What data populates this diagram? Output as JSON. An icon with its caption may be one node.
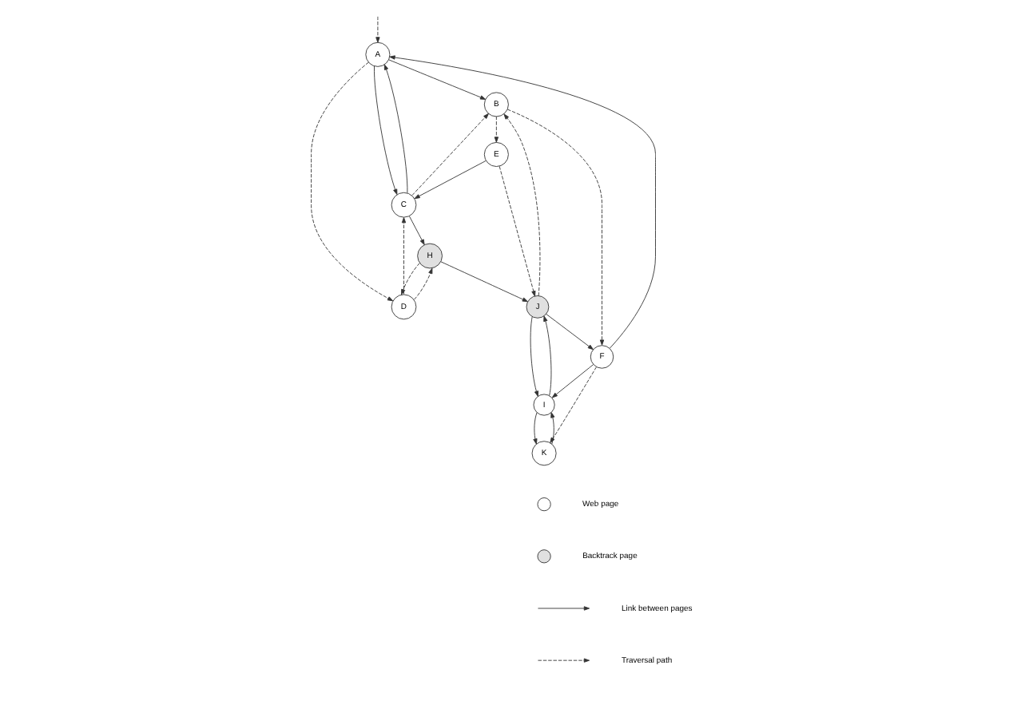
{
  "diagram": {
    "nodes": [
      {
        "text": [
          "A"
        ]
      },
      {
        "text": [
          "B"
        ]
      },
      {
        "text": [
          "C"
        ]
      },
      {
        "text": [
          "D"
        ]
      },
      {
        "text": [
          "E"
        ]
      },
      {
        "text": [
          "F"
        ]
      },
      {
        "text": [
          "H"
        ]
      },
      {
        "text": [
          "I"
        ]
      },
      {
        "text": [
          "J"
        ]
      },
      {
        "text": [
          "K"
        ]
      }
    ],
    "edges": [
      {
        "from": null,
        "to": 0,
        "arrow": "to",
        "style": "dashed"
      },
      {
        "from": 5,
        "to": 0,
        "arrow": "to"
      },
      {
        "from": 0,
        "to": 1,
        "arrow": "to"
      },
      {
        "from": 0,
        "to": 2,
        "arrow": "to"
      },
      {
        "from": 2,
        "to": 0,
        "arrow": "to"
      },
      {
        "from": 0,
        "to": 3,
        "arrow": "to",
        "style": "dashed"
      },
      {
        "from": 3,
        "to": 2,
        "arrow": "to",
        "style": "dashed"
      },
      {
        "from": 2,
        "to": 1,
        "arrow": "to",
        "style": "dashed"
      },
      {
        "from": 1,
        "to": 4,
        "arrow": "to",
        "style": "dashed"
      },
      {
        "from": 4,
        "to": 2,
        "arrow": "to"
      },
      {
        "from": 1,
        "to": 5,
        "arrow": "to",
        "style": "dashed"
      },
      {
        "from": 3,
        "to": 6,
        "arrow": "to",
        "style": "dashed"
      },
      {
        "from": 6,
        "to": 3,
        "arrow": "to",
        "style": "dashed"
      },
      {
        "from": 2,
        "to": 6,
        "arrow": "to"
      },
      {
        "from": 6,
        "to": 8,
        "arrow": "to"
      },
      {
        "from": 4,
        "to": 8,
        "arrow": "to",
        "style": "dashed"
      },
      {
        "from": 8,
        "to": 1,
        "arrow": "to",
        "style": "dashed"
      },
      {
        "from": 8,
        "to": 5,
        "arrow": "to"
      },
      {
        "from": 7,
        "to": 8,
        "arrow": "to"
      },
      {
        "from": 8,
        "to": 7,
        "arrow": "to"
      },
      {
        "from": 5,
        "to": 7,
        "arrow": "to"
      },
      {
        "from": 5,
        "to": 9,
        "arrow": "to",
        "style": "dashed"
      },
      {
        "from": 7,
        "to": 9,
        "arrow": "to"
      },
      {
        "from": 9,
        "to": 7,
        "arrow": "to"
      }
    ],
    "legend": [
      {
        "text": "Web page"
      },
      {
        "text": "Backtrack page"
      },
      {
        "text": "Link between pages"
      },
      {
        "text": "Traversal path"
      }
    ]
  }
}
